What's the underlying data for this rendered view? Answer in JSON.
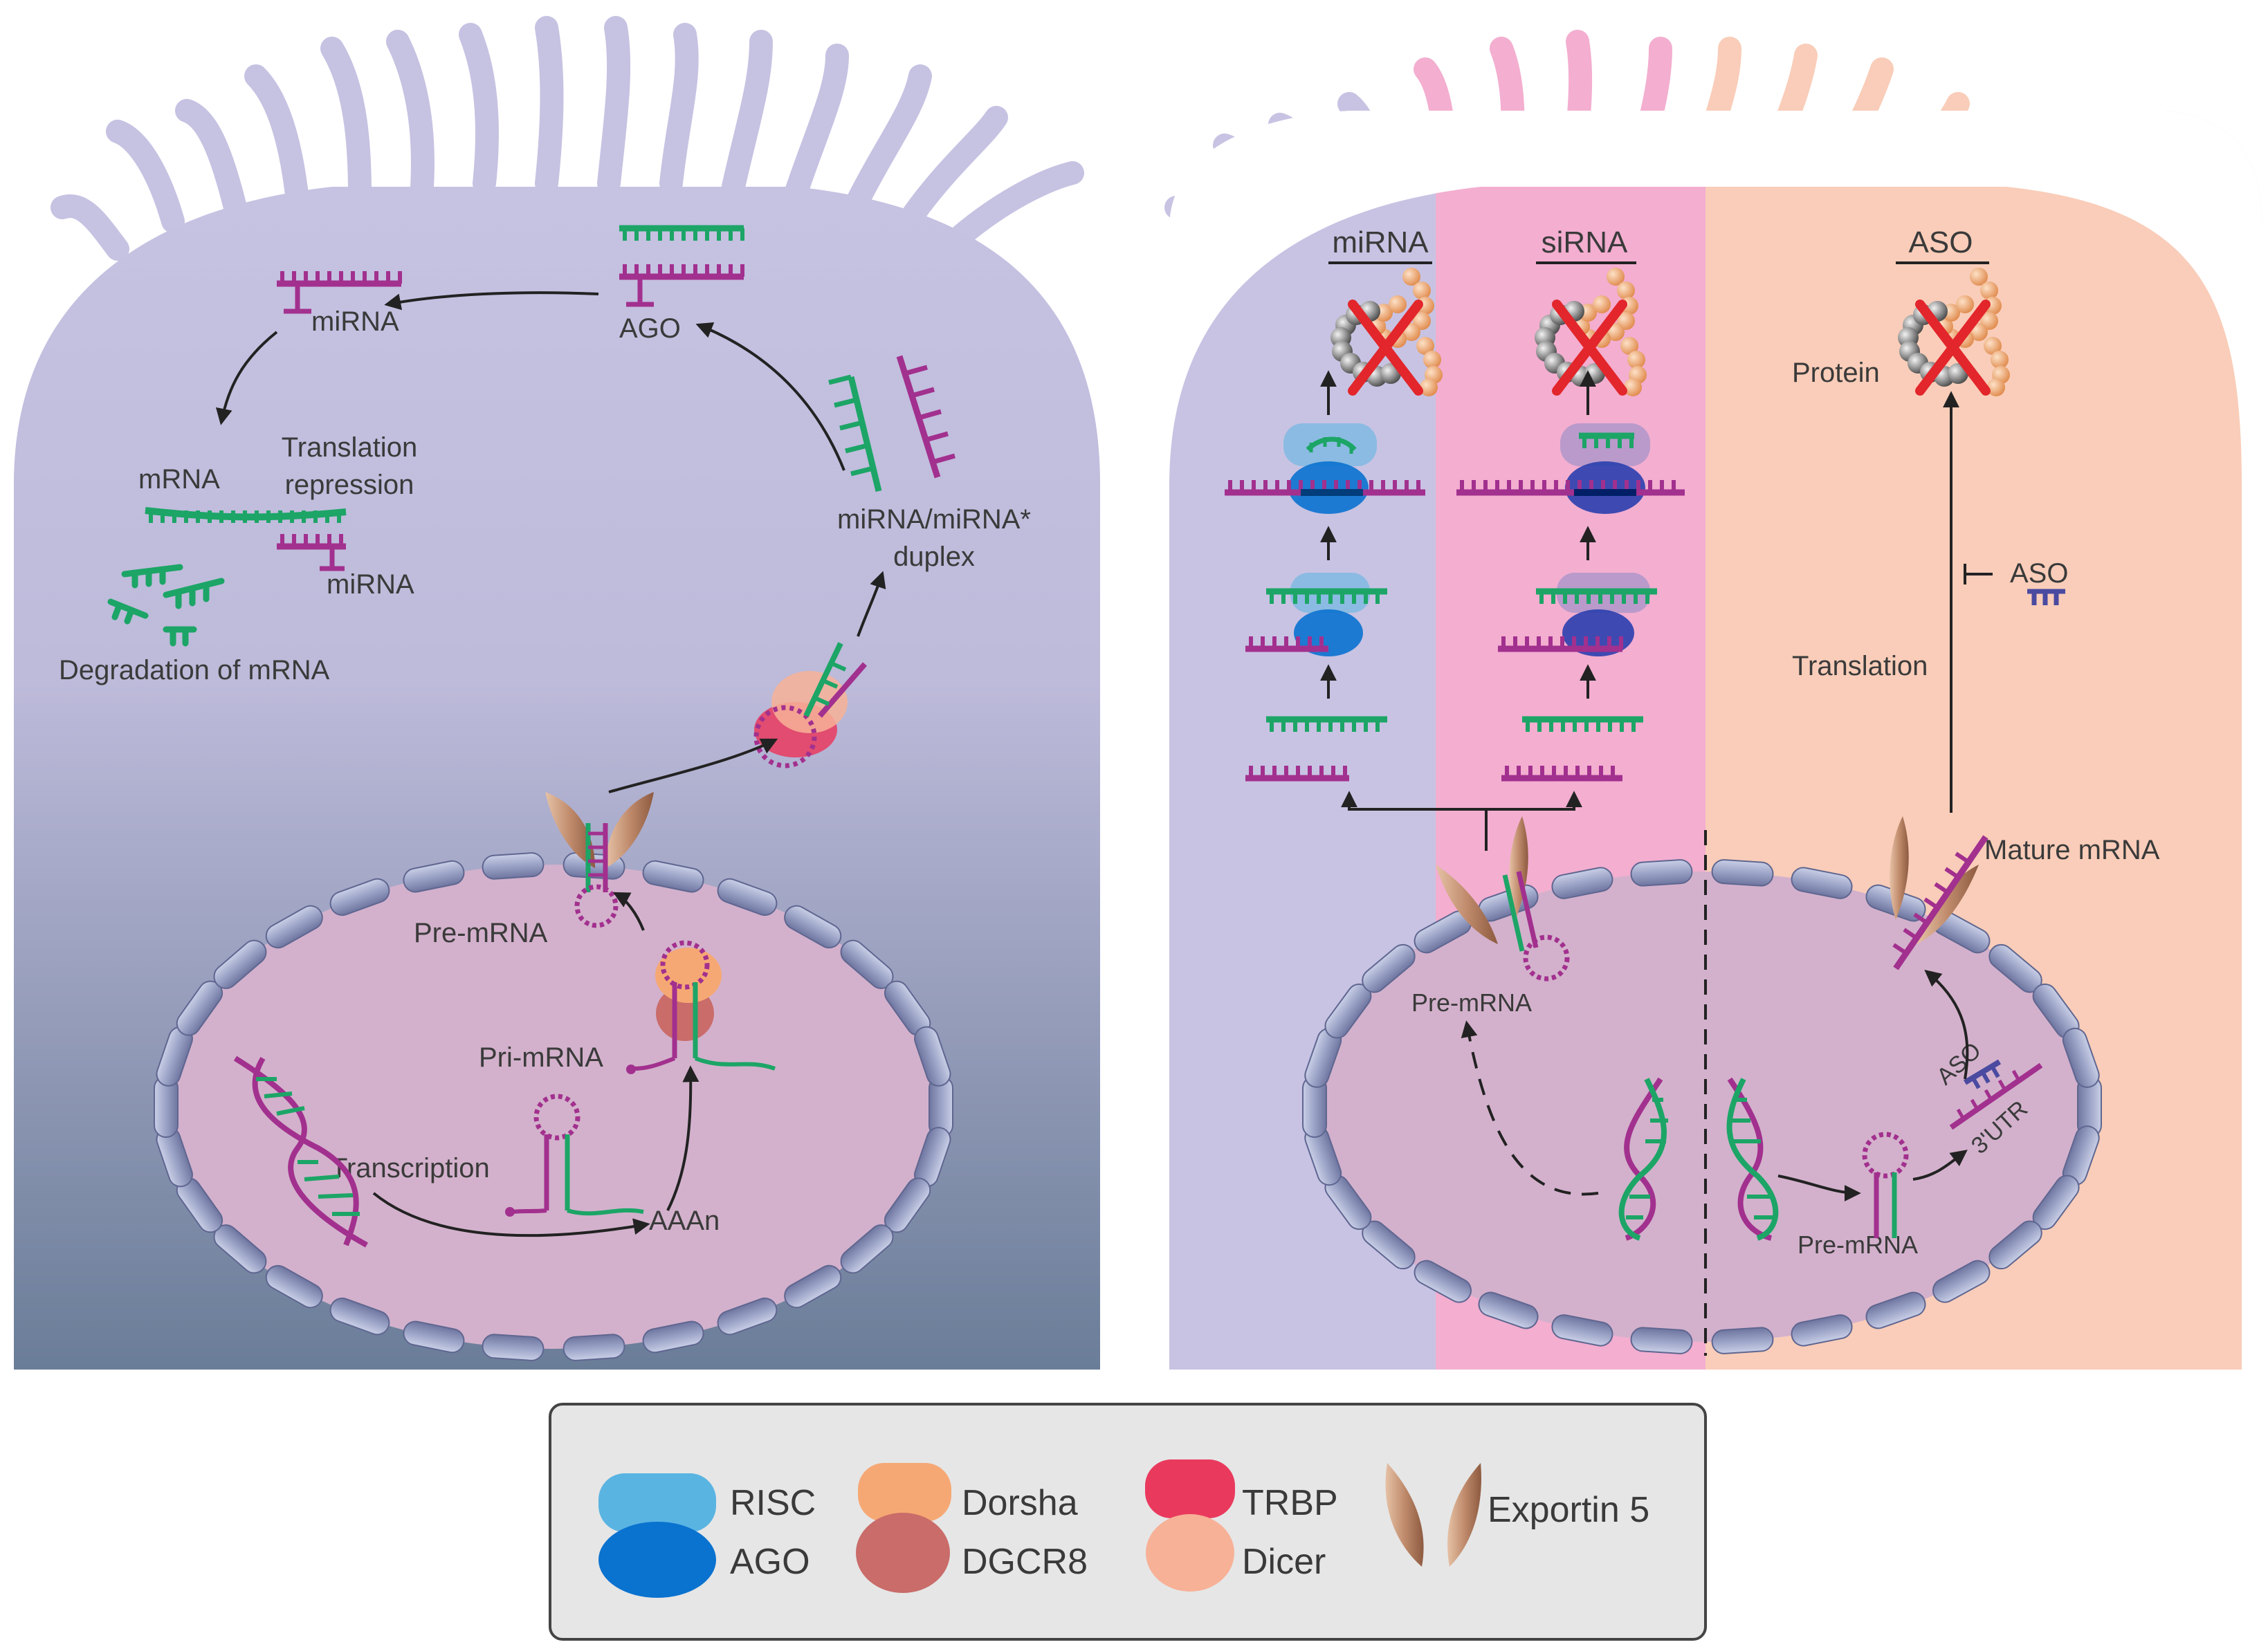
{
  "colors": {
    "cell_left_top": "#c6c2e2",
    "cell_left_bottom": "#6a7d98",
    "panel_mirna": "#c8c3e3",
    "panel_sirna": "#f3aed0",
    "panel_aso": "#f9cdb9",
    "nucleus": "#d3b1cc",
    "envelope": "#8f97bd",
    "green_strand": "#1ca566",
    "purple_strand": "#a2308e",
    "risc": "#5ab4e2",
    "ago": "#0a72cf",
    "dorsha": "#f6a874",
    "dgcr8": "#c96c6a",
    "trbp": "#e93a5e",
    "dicer": "#f7b197",
    "exportin": "#c08b6c",
    "inhibit_x": "#e2262b",
    "aso_strand": "#4a4aa0"
  },
  "left_cell": {
    "labels": {
      "mirna_top": "miRNA",
      "ago": "AGO",
      "translation_repression": "Translation repression",
      "mrna": "mRNA",
      "mirna_bottom": "miRNA",
      "degradation": "Degradation of mRNA",
      "duplex": "miRNA/miRNA* duplex",
      "pre_mrna": "Pre-mRNA",
      "pri_mrna": "Pri-mRNA",
      "transcription": "Transcription",
      "aaan": "AAAn"
    }
  },
  "right_cell": {
    "headers": {
      "mirna": "miRNA",
      "sirna": "siRNA",
      "aso": "ASO"
    },
    "labels": {
      "protein": "Protein",
      "aso_inhibitor": "ASO",
      "translation": "Translation",
      "mature_mrna": "Mature mRNA",
      "pre_mrna_left": "Pre-mRNA",
      "pre_mrna_right": "Pre-mRNA",
      "aso_nuclear": "ASO",
      "utr": "3'UTR"
    }
  },
  "legend": {
    "items": [
      {
        "key": "risc",
        "label": "RISC"
      },
      {
        "key": "ago",
        "label": "AGO"
      },
      {
        "key": "dorsha",
        "label": "Dorsha"
      },
      {
        "key": "dgcr8",
        "label": "DGCR8"
      },
      {
        "key": "trbp",
        "label": "TRBP"
      },
      {
        "key": "dicer",
        "label": "Dicer"
      },
      {
        "key": "exportin",
        "label": "Exportin 5"
      }
    ]
  }
}
